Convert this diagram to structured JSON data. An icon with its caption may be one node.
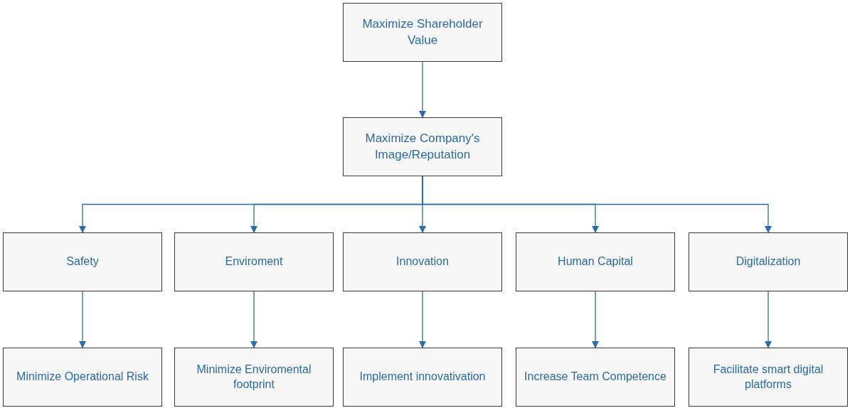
{
  "diagram": {
    "nodes": [
      {
        "text": [
          "Maximize Shareholder Value"
        ]
      },
      {
        "text": [
          "Maximize Company's Image/Reputation"
        ]
      },
      {
        "text": [
          "Safety"
        ]
      },
      {
        "text": [
          "Enviroment"
        ]
      },
      {
        "text": [
          "Innovation"
        ]
      },
      {
        "text": [
          "Human Capital"
        ]
      },
      {
        "text": [
          "Digitalization"
        ]
      },
      {
        "text": [
          "Minimize Operational Risk"
        ]
      },
      {
        "text": [
          "Minimize Enviromental footprint"
        ]
      },
      {
        "text": [
          "Implement innovativation"
        ]
      },
      {
        "text": [
          "Increase Team Competence"
        ]
      },
      {
        "text": [
          "Facilitate smart digital platforms"
        ]
      }
    ],
    "edges": [
      {
        "from": 0,
        "to": 1,
        "arrow": "to"
      },
      {
        "from": 1,
        "to": 2,
        "arrow": "to"
      },
      {
        "from": 1,
        "to": 3,
        "arrow": "to"
      },
      {
        "from": 1,
        "to": 4,
        "arrow": "to"
      },
      {
        "from": 1,
        "to": 5,
        "arrow": "to"
      },
      {
        "from": 1,
        "to": 6,
        "arrow": "to"
      },
      {
        "from": 2,
        "to": 7,
        "arrow": "to"
      },
      {
        "from": 3,
        "to": 8,
        "arrow": "to"
      },
      {
        "from": 4,
        "to": 9,
        "arrow": "to"
      },
      {
        "from": 5,
        "to": 10,
        "arrow": "to"
      },
      {
        "from": 6,
        "to": 11,
        "arrow": "to"
      }
    ]
  }
}
